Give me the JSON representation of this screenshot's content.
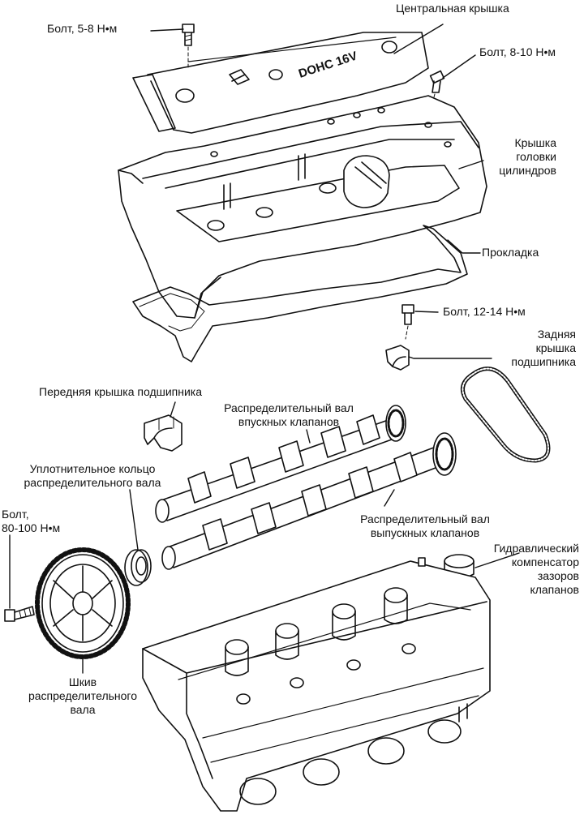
{
  "diagram": {
    "cover_text": "DOHC 16V",
    "labels": {
      "bolt_5_8": [
        "Болт, 5-8 Н•м"
      ],
      "central_cover": [
        "Центральная крышка"
      ],
      "bolt_8_10": [
        "Болт, 8-10 Н•м"
      ],
      "head_cover": [
        "Крышка",
        "головки",
        "цилиндров"
      ],
      "gasket": [
        "Прокладка"
      ],
      "bolt_12_14": [
        "Болт, 12-14 Н•м"
      ],
      "rear_bearing_cap": [
        "Задняя",
        "крышка",
        "подшипника"
      ],
      "front_bearing_cap": [
        "Передняя крышка подшипника"
      ],
      "intake_camshaft": [
        "Распределительный вал",
        "впускных клапанов"
      ],
      "camshaft_seal": [
        "Уплотнительное кольцо",
        "распределительного вала"
      ],
      "bolt_80_100": [
        "Болт,",
        "80-100 Н•м"
      ],
      "exhaust_camshaft": [
        "Распределительный вал",
        "выпускных клапанов"
      ],
      "hydraulic_lifter": [
        "Гидравлический",
        "компенсатор",
        "зазоров",
        "клапанов"
      ],
      "camshaft_pulley": [
        "Шкив",
        "распределительного",
        "вала"
      ]
    }
  }
}
